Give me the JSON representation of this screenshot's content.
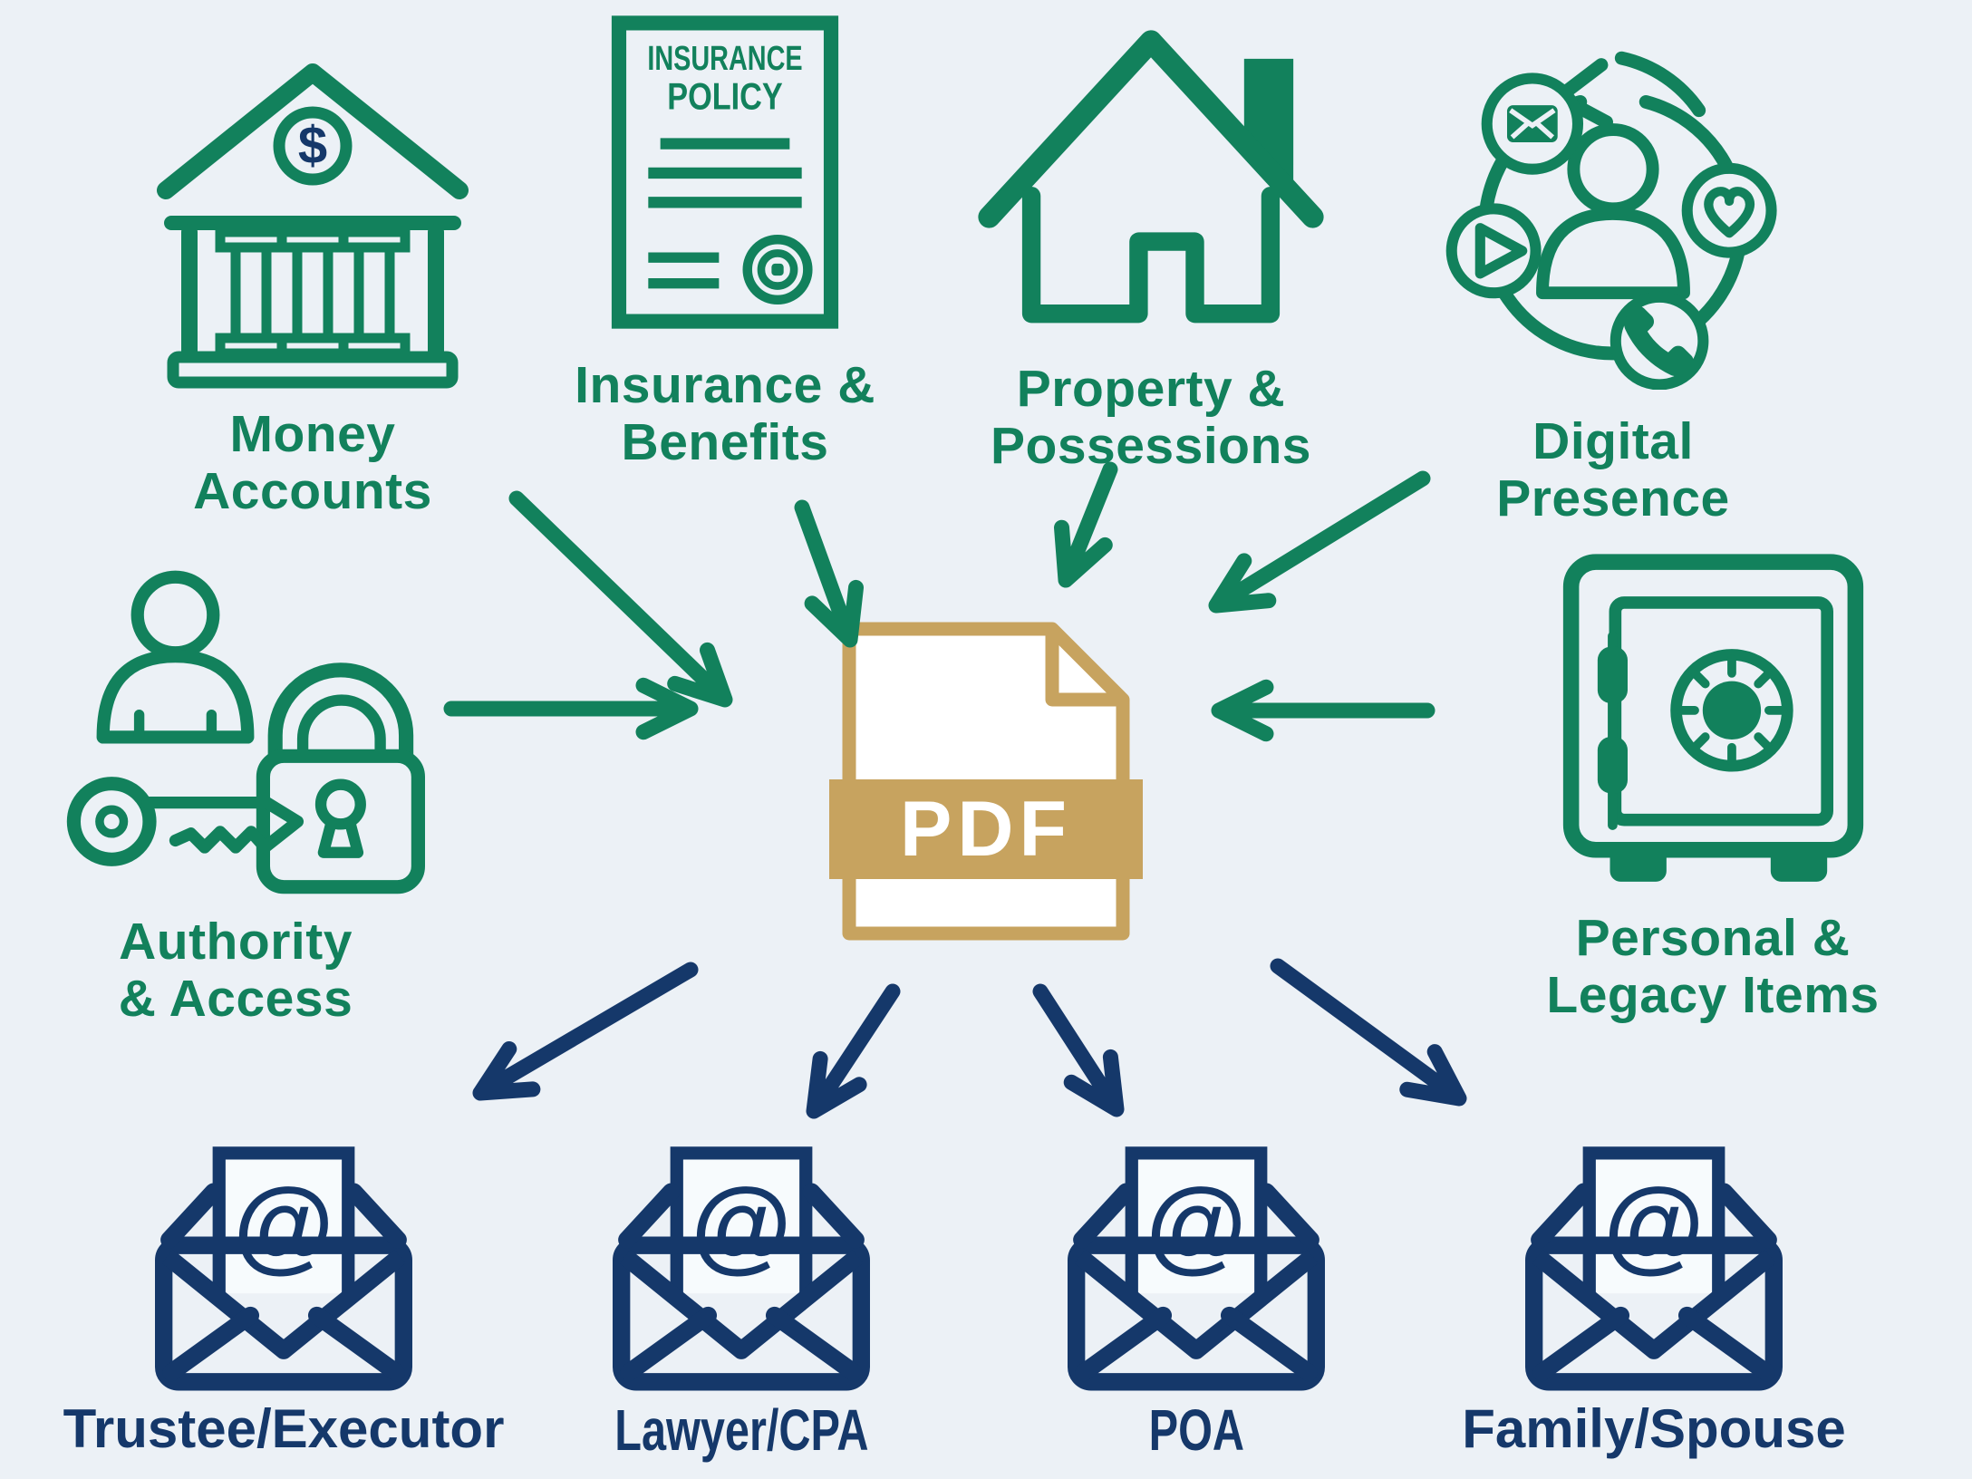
{
  "colors": {
    "green": "#12815c",
    "navy": "#15386a",
    "gold": "#c7a35f",
    "background": "#ecf1f6",
    "paper_white": "#ffffff"
  },
  "center": {
    "label": "PDF"
  },
  "sources": [
    {
      "id": "money-accounts",
      "icon": "bank-icon",
      "line1": "Money",
      "line2": "Accounts",
      "symbol": "$"
    },
    {
      "id": "insurance-benefits",
      "icon": "insurance-policy-icon",
      "line1": "Insurance &",
      "line2": "Benefits",
      "doc": {
        "line1": "INSURANCE",
        "line2": "POLICY"
      }
    },
    {
      "id": "property-possessions",
      "icon": "house-icon",
      "line1": "Property &",
      "line2": "Possessions"
    },
    {
      "id": "digital-presence",
      "icon": "social-cycle-icon",
      "line1": "Digital",
      "line2": "Presence"
    },
    {
      "id": "authority-access",
      "icon": "person-key-lock-icon",
      "line1": "Authority",
      "line2": "& Access"
    },
    {
      "id": "personal-legacy-items",
      "icon": "safe-icon",
      "line1": "Personal &",
      "line2": "Legacy Items"
    }
  ],
  "recipients": [
    {
      "id": "trustee-executor",
      "icon": "email-envelope-icon",
      "label": "Trustee/Executor",
      "symbol": "@"
    },
    {
      "id": "lawyer-cpa",
      "icon": "email-envelope-icon",
      "label": "Lawyer/CPA",
      "symbol": "@"
    },
    {
      "id": "poa",
      "icon": "email-envelope-icon",
      "label": "POA",
      "symbol": "@"
    },
    {
      "id": "family-spouse",
      "icon": "email-envelope-icon",
      "label": "Family/Spouse",
      "symbol": "@"
    }
  ]
}
